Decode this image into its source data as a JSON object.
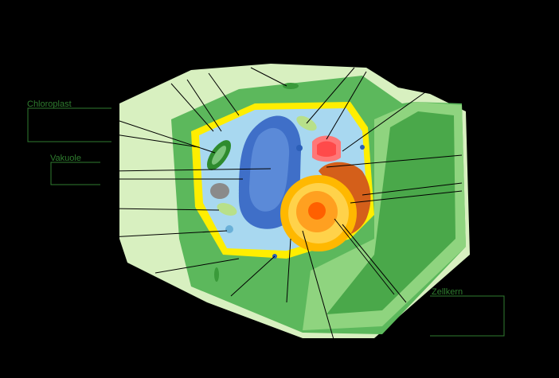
{
  "labels": {
    "chloroplast": "Chloroplast",
    "vacuole": "Vakuole",
    "nucleus": "Zellkern"
  },
  "colors": {
    "background": "#000000",
    "label_text": "#2f7d2f",
    "cell_wall_light": "#d8f0c0",
    "cell_wall": "#5cb85c",
    "cell_wall_dark": "#3a9a3a",
    "membrane": "#ffee00",
    "cytoplasm": "#a8d8f0",
    "vacuole": "#3f6fc8",
    "nucleus_outer": "#ffb800",
    "nucleus_inner": "#ff6000",
    "golgi": "#ff7777",
    "er": "#d45f1a"
  }
}
